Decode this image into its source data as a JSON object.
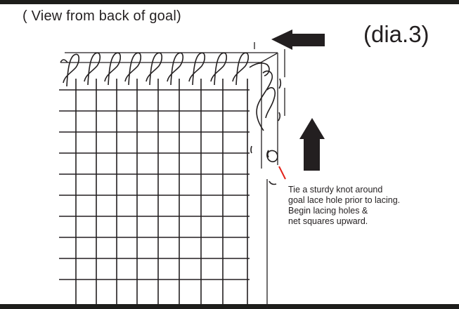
{
  "header": {
    "view_caption": "( View from back of goal)",
    "diagram_label": "(dia.3)"
  },
  "instructions": {
    "lines": [
      "Tie a sturdy knot around",
      "goal lace hole prior to lacing.",
      "Begin lacing holes &",
      "net squares upward."
    ]
  },
  "colors": {
    "ink": "#231f20",
    "knot_marker": "#e2231a"
  },
  "icons": {
    "left_arrow": "arrow-left-icon",
    "up_arrow": "arrow-up-icon"
  }
}
